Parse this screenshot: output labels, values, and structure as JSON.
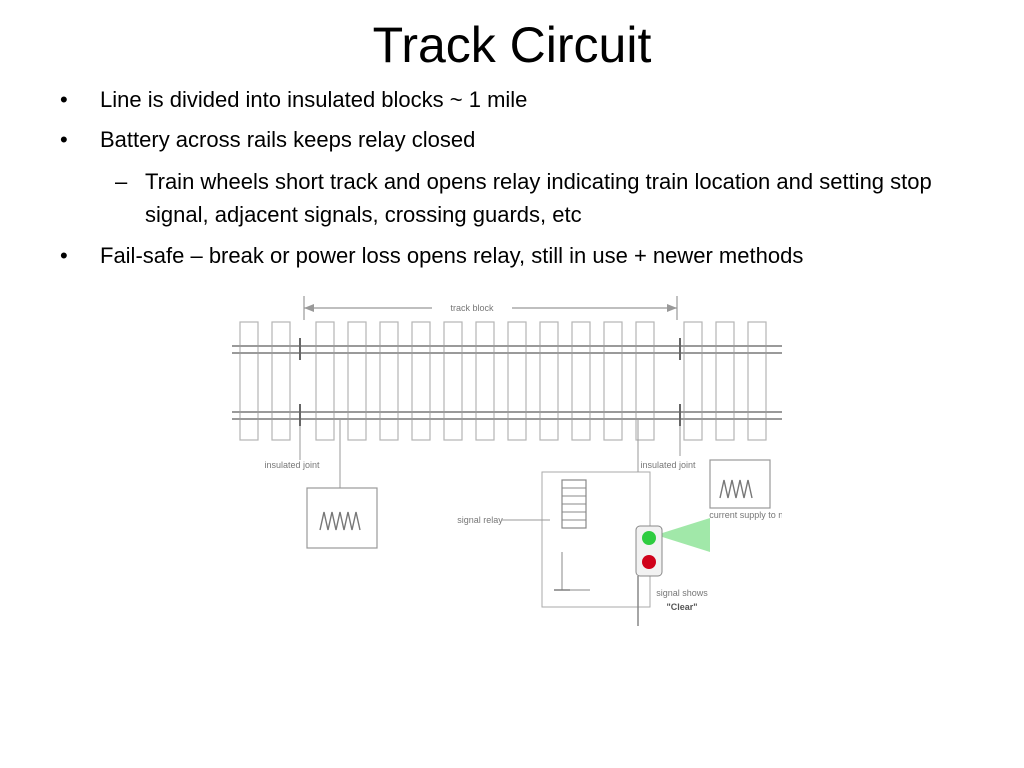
{
  "slide": {
    "title": "Track Circuit",
    "bullets": [
      "Line is divided into insulated blocks ~ 1 mile",
      "Battery across rails keeps relay closed",
      "Train wheels short track and opens relay indicating train location and setting stop signal, adjacent signals, crossing guards, etc",
      "Fail-safe – break or power loss opens relay, still in use + newer methods"
    ],
    "bullet_marker": "•",
    "sub_marker": "–"
  },
  "figure": {
    "block_label": "track block",
    "left_joint_label": "insulated joint",
    "right_joint_label": "insulated joint",
    "relay_label": "signal relay",
    "adjacent_label": "current supply to next block",
    "signal_label": "signal shows",
    "signal_state": "\"Clear\"",
    "colors": {
      "green": "#2ecc40",
      "red": "#d0021b",
      "line": "#9a9a9a"
    }
  }
}
